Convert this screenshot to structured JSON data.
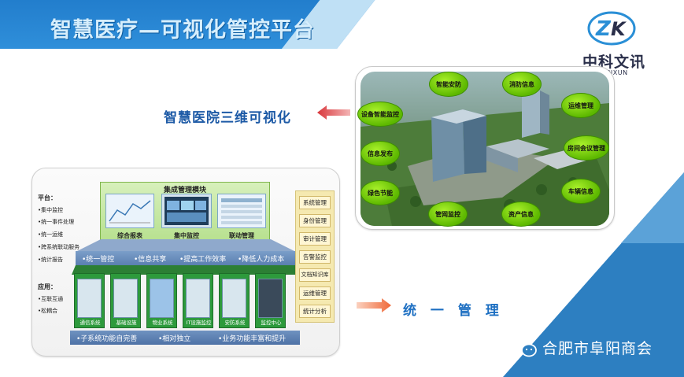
{
  "header": {
    "title": "智慧医疗—可视化管控平台"
  },
  "logo": {
    "name": "中科文讯",
    "english": "KEWENXUN"
  },
  "caption_3d": "智慧医院三维可视化",
  "unified": "统 一 管 理",
  "wechat": {
    "account": "合肥市阜阳商会"
  },
  "scene_labels": [
    "智能安防",
    "消防信息",
    "设备智能监控",
    "运维管理",
    "信息发布",
    "房间会议管理",
    "绿色节能",
    "车辆信息",
    "管网监控",
    "资产信息"
  ],
  "architecture": {
    "platform_title": "平台：",
    "platform_items": [
      "•集中监控",
      "•统一事件处理",
      "•统一运维",
      "•跨系统联动服务",
      "•统计报告"
    ],
    "app_title": "应用：",
    "app_items": [
      "•互联互通",
      "•松耦合"
    ],
    "module_title": "集成管理模块",
    "module_cards": [
      "综合报表",
      "集中监控",
      "联动管理"
    ],
    "benefits": [
      "•统一管控",
      "•信息共享",
      "•提高工作效率",
      "•降低人力成本"
    ],
    "subsystems": [
      "通信系统",
      "基础设施",
      "物业系统",
      "IT设施监控",
      "安防系统",
      "监控中心"
    ],
    "features": [
      "•子系统功能自完善",
      "•相对独立",
      "•业务功能丰富和提升"
    ],
    "management": [
      "系统管理",
      "身份管理",
      "审计管理",
      "告警监控",
      "文档知识库",
      "运维管理",
      "统计分析"
    ]
  },
  "colors": {
    "brand_blue": "#1e78c8",
    "bubble_green": "#7fd81a",
    "arrow_red": "#e04848",
    "arrow_orange": "#f07a4a"
  }
}
